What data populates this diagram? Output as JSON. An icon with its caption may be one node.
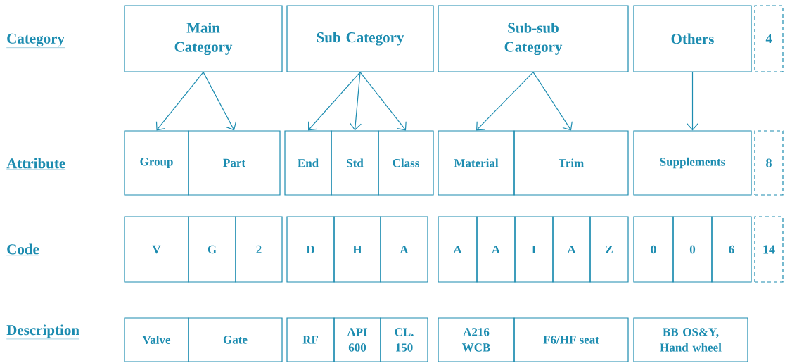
{
  "diagram": {
    "nodes": [
      {
        "text": [
          "Main Category"
        ]
      },
      {
        "text": [
          "Sub Category"
        ]
      },
      {
        "text": [
          "Sub-sub Category"
        ]
      },
      {
        "text": [
          "Others"
        ]
      },
      {
        "text": [
          "4"
        ]
      },
      {
        "text": [
          "Group"
        ]
      },
      {
        "text": [
          "Part"
        ]
      },
      {
        "text": [
          "End"
        ]
      },
      {
        "text": [
          "Std"
        ]
      },
      {
        "text": [
          "Class"
        ]
      },
      {
        "text": [
          "Material"
        ]
      },
      {
        "text": [
          "Trim"
        ]
      },
      {
        "text": [
          "Supplements"
        ]
      },
      {
        "text": [
          "8"
        ]
      },
      {
        "text": [
          "V"
        ]
      },
      {
        "text": [
          "G"
        ]
      },
      {
        "text": [
          "2"
        ]
      },
      {
        "text": [
          "D"
        ]
      },
      {
        "text": [
          "H"
        ]
      },
      {
        "text": [
          "A"
        ]
      },
      {
        "text": [
          "A"
        ]
      },
      {
        "text": [
          "A"
        ]
      },
      {
        "text": [
          "I"
        ]
      },
      {
        "text": [
          "A"
        ]
      },
      {
        "text": [
          "Z"
        ]
      },
      {
        "text": [
          "0"
        ]
      },
      {
        "text": [
          "0"
        ]
      },
      {
        "text": [
          "6"
        ]
      },
      {
        "text": [
          "14"
        ]
      },
      {
        "text": [
          "Valve"
        ]
      },
      {
        "text": [
          "Gate"
        ]
      },
      {
        "text": [
          "RF"
        ]
      },
      {
        "text": [
          "API 600"
        ]
      },
      {
        "text": [
          "CL. 150"
        ]
      },
      {
        "text": [
          "A216 WCB"
        ]
      },
      {
        "text": [
          "F6/HF seat"
        ]
      },
      {
        "text": [
          "BB OS&Y, Hand wheel"
        ]
      }
    ],
    "edges": [
      {
        "from": 0,
        "to": 5,
        "arrow": "to"
      },
      {
        "from": 0,
        "to": 6,
        "arrow": "to"
      },
      {
        "from": 1,
        "to": 7,
        "arrow": "to"
      },
      {
        "from": 1,
        "to": 8,
        "arrow": "to"
      },
      {
        "from": 1,
        "to": 9,
        "arrow": "to"
      },
      {
        "from": 2,
        "to": 10,
        "arrow": "to"
      },
      {
        "from": 2,
        "to": 11,
        "arrow": "to"
      },
      {
        "from": 3,
        "to": 12,
        "arrow": "to"
      }
    ],
    "labels": [
      "Category",
      "Attribute",
      "Code",
      "Description"
    ]
  }
}
